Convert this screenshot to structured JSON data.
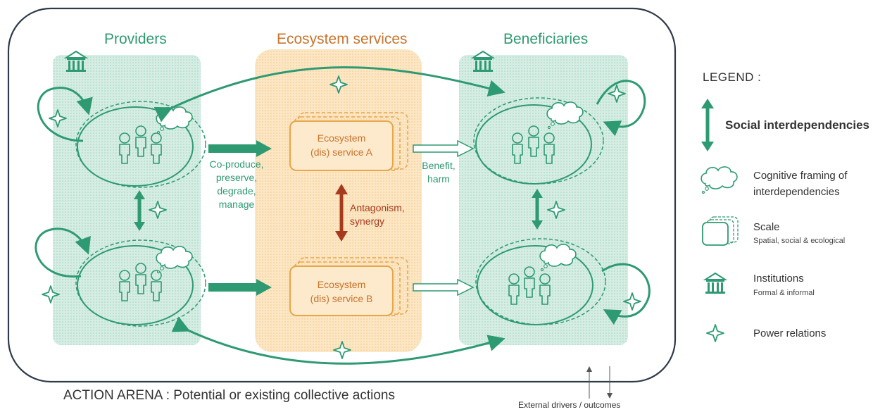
{
  "columns": {
    "providers": "Providers",
    "services": "Ecosystem services",
    "beneficiaries": "Beneficiaries"
  },
  "services": {
    "a_line1": "Ecosystem",
    "a_line2": "(dis) service A",
    "b_line1": "Ecosystem",
    "b_line2": "(dis) service B"
  },
  "flows": {
    "provider_actions": [
      "Co-produce,",
      "preserve,",
      "degrade,",
      "manage"
    ],
    "beneficiary_effects": [
      "Benefit,",
      "harm"
    ],
    "service_relations": [
      "Antagonism,",
      "synergy"
    ]
  },
  "legend": {
    "title": "LEGEND :",
    "social": "Social interdependencies",
    "cognitive_line1": "Cognitive framing of",
    "cognitive_line2": "interdependencies",
    "scale": "Scale",
    "scale_sub": "Spatial, social & ecological",
    "institutions": "Institutions",
    "institutions_sub": "Formal & informal",
    "power": "Power relations"
  },
  "footer": {
    "arena": "ACTION ARENA : Potential or existing collective actions",
    "drivers": "External drivers / outcomes"
  },
  "colors": {
    "green": "#2e9a72",
    "green_fill": "#cfe9df",
    "orange": "#e8a64a",
    "orange_fill": "#fbe1b9",
    "red_arrow": "#a63a1e",
    "frame": "#2f3a4a"
  }
}
